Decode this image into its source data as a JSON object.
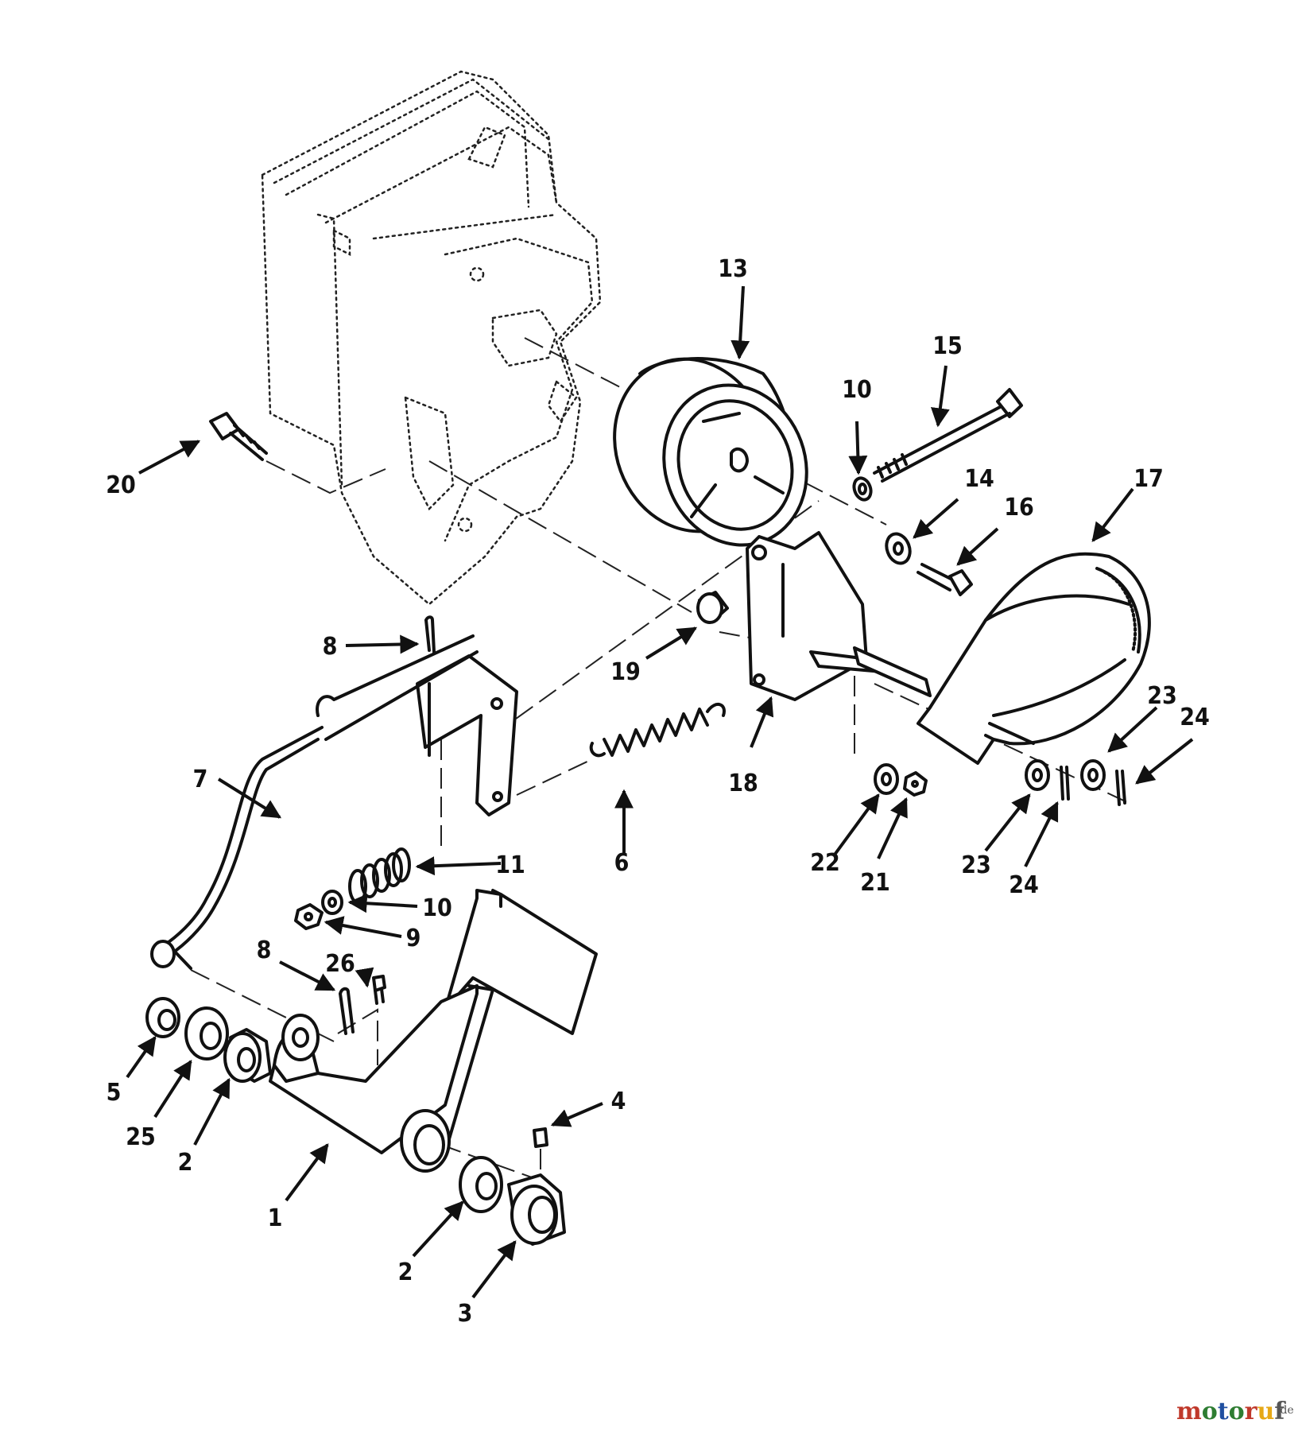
{
  "callouts": [
    {
      "id": "label-13",
      "text": "13"
    },
    {
      "id": "label-15",
      "text": "15"
    },
    {
      "id": "label-10a",
      "text": "10"
    },
    {
      "id": "label-14",
      "text": "14"
    },
    {
      "id": "label-16",
      "text": "16"
    },
    {
      "id": "label-17",
      "text": "17"
    },
    {
      "id": "label-20",
      "text": "20"
    },
    {
      "id": "label-8a",
      "text": "8"
    },
    {
      "id": "label-19",
      "text": "19"
    },
    {
      "id": "label-18",
      "text": "18"
    },
    {
      "id": "label-23a",
      "text": "23"
    },
    {
      "id": "label-24a",
      "text": "24"
    },
    {
      "id": "label-7",
      "text": "7"
    },
    {
      "id": "label-6",
      "text": "6"
    },
    {
      "id": "label-22",
      "text": "22"
    },
    {
      "id": "label-21",
      "text": "21"
    },
    {
      "id": "label-23b",
      "text": "23"
    },
    {
      "id": "label-24b",
      "text": "24"
    },
    {
      "id": "label-11",
      "text": "11"
    },
    {
      "id": "label-10b",
      "text": "10"
    },
    {
      "id": "label-9",
      "text": "9"
    },
    {
      "id": "label-8b",
      "text": "8"
    },
    {
      "id": "label-26",
      "text": "26"
    },
    {
      "id": "label-5",
      "text": "5"
    },
    {
      "id": "label-25",
      "text": "25"
    },
    {
      "id": "label-2a",
      "text": "2"
    },
    {
      "id": "label-4",
      "text": "4"
    },
    {
      "id": "label-1",
      "text": "1"
    },
    {
      "id": "label-2b",
      "text": "2"
    },
    {
      "id": "label-3",
      "text": "3"
    }
  ],
  "watermark": {
    "brand": "motoruf",
    "suffix": ".de"
  },
  "colors": {
    "ink": "#111111",
    "m": "#c0392b",
    "o": "#2e7d32",
    "t": "#1f4fa0",
    "u": "#e6a817",
    "f": "#555555"
  }
}
